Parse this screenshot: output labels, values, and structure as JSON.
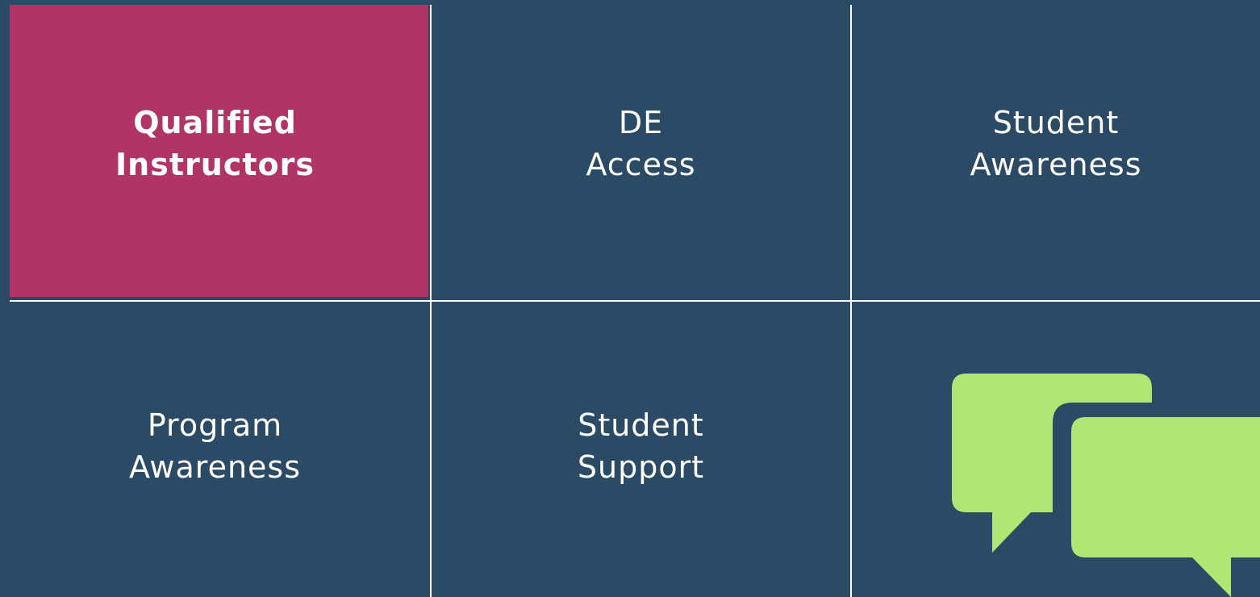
{
  "slide": {
    "tiles": [
      {
        "label": "Qualified\nInstructors",
        "highlighted": true
      },
      {
        "label": "DE\nAccess",
        "highlighted": false
      },
      {
        "label": "Student\nAwareness",
        "highlighted": false
      },
      {
        "label": "Program\nAwareness",
        "highlighted": false
      },
      {
        "label": "Student\nSupport",
        "highlighted": false
      }
    ],
    "icon": "chat-bubbles-icon",
    "colors": {
      "background": "#2b4a66",
      "highlight": "#b03465",
      "icon": "#b0e673",
      "divider": "#ffffff",
      "text": "#ffffff"
    }
  }
}
